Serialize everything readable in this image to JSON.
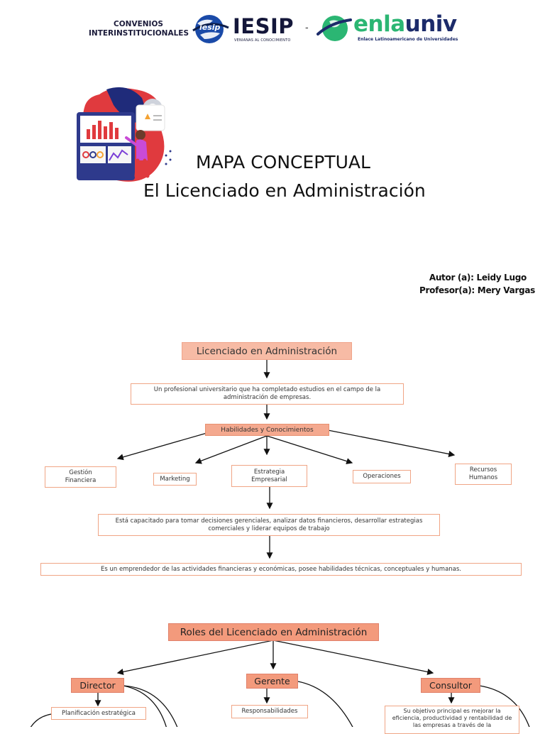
{
  "header": {
    "convenios": "CONVENIOS\nINTERINSTITUCIONALES",
    "iesip_logo_text": "IESIP",
    "iesip_badge": "iesip",
    "iesip_tagline": "VENIANAS AL CONOCIMIENTO",
    "separator": "-",
    "enlauniv_part1": "enla",
    "enlauniv_part2": "univ",
    "enlauniv_tagline": "Enlace Latinoamericano de Universidades"
  },
  "title": {
    "line1": "MAPA CONCEPTUAL",
    "line2": "El Licenciado en Administración"
  },
  "meta": {
    "author": "Autor (a): Leidy Lugo",
    "teacher": "Profesor(a): Mery Vargas"
  },
  "map1": {
    "root": "Licenciado en Administración",
    "definition": "Un profesional universitario que ha completado estudios en el campo de la administración de empresas.",
    "skills": "Habilidades y Conocimientos",
    "areas": [
      "Gestión Financiera",
      "Marketing",
      "Estrategia Empresarial",
      "Operaciones",
      "Recursos Humanos"
    ],
    "capacity": "Está capacitado para tomar decisiones gerenciales, analizar datos financieros, desarrollar estrategias comerciales y liderar equipos de trabajo",
    "summary": "Es un emprendedor de las actividades financieras y económicas, posee habilidades técnicas, conceptuales y humanas."
  },
  "map2": {
    "root": "Roles del Licenciado en Administración",
    "roles": [
      "Director",
      "Gerente",
      "Consultor"
    ],
    "director_child": "Planificación estratégica",
    "gerente_child": "Responsabilidades",
    "consultor_child": "Su objetivo principal es mejorar la eficiencia, productividad y rentabilidad de las empresas a través de la"
  },
  "colors": {
    "node_main": "#f7bba5",
    "node_role": "#f39a7c",
    "border": "#f0a585",
    "iesip_blue": "#14173a",
    "enla_green": "#2bb673",
    "enla_navy": "#1c2b6a"
  }
}
